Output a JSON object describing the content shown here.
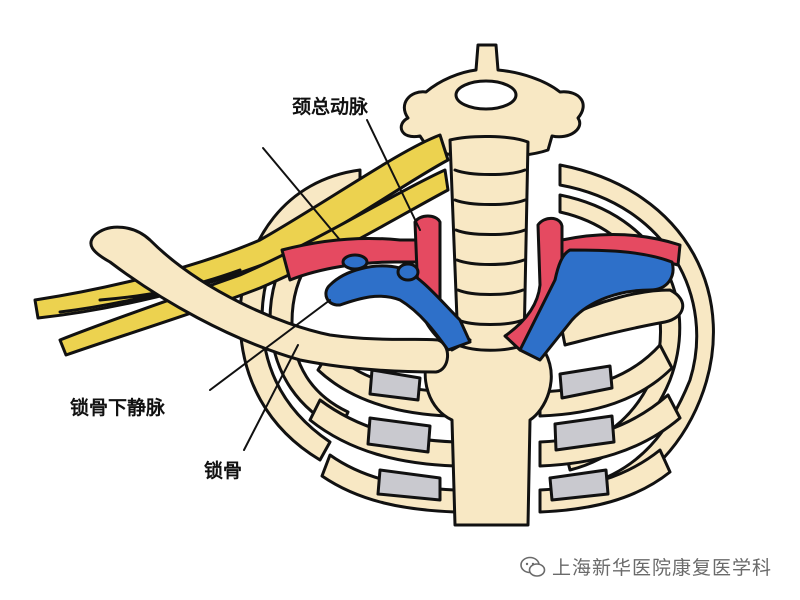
{
  "labels": {
    "carotid": "颈总动脉",
    "subclavian_vein": "锁骨下静脉",
    "clavicle": "锁骨"
  },
  "watermark": {
    "text": "上海新华医院康复医学科",
    "icon": "wechat-icon"
  },
  "colors": {
    "bone_fill": "#f8e8c4",
    "outline": "#111111",
    "artery": "#e54a61",
    "vein": "#2e70c9",
    "nerve": "#ecd24f",
    "cartilage": "#c9c9cf"
  }
}
